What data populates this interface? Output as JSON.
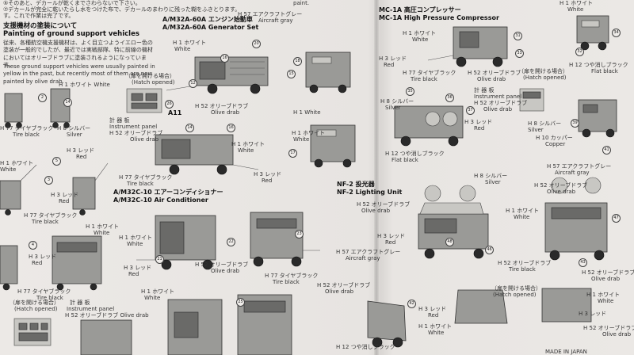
{
  "header": {
    "line1": "⑤そのあと、デカールが乾くまでさわらないで下さい。",
    "line2": "⑦デカールが完全に乾いたらし水をつけた布で、デカールのまわりに残った糊をふきとります。",
    "line3": "す。これで作業は完了です。",
    "tail": "paint."
  },
  "left_section": {
    "title_jp": "支援機材の塗装について",
    "title_en": "Painting of ground support vehicles",
    "para_jp": "従来、各種航空機支援機材は、よく目立つようイエロー色の塗装が一般的でしたが、最近では実戦部隊、特に前線の機材においてはオリーブドラブに塗装されるようになっています。",
    "para_en": "These ground support vehicles were usually painted in yellow in the past, but recently most of them are now painted by olive drab."
  },
  "sections": {
    "a_m32a60a": {
      "jp": "A/M32A-60A エンジン始動車",
      "en": "A/M32A-60A Generator Set"
    },
    "a_m32c10": {
      "jp": "A/M32C-10 エアーコンディショナー",
      "en": "A/M32C-10 Air Conditioner"
    },
    "nf2": {
      "jp": "NF-2 投光器",
      "en": "NF-2 Lighting Unit"
    },
    "mc1a": {
      "jp": "MC-1A 高圧コンプレッサー",
      "en": "MC-1A High Pressure Compressor"
    }
  },
  "labels": {
    "white_jp": "ホワイト",
    "white_en": "White",
    "tire_jp": "タイヤブラック",
    "tire_en": "Tire black",
    "silver_jp": "シルバー",
    "silver_en": "Silver",
    "red_jp": "レッド",
    "red_en": "Red",
    "olive_jp": "オリーブドラブ",
    "olive_en": "Olive drab",
    "gray_jp": "エアクラフトグレー",
    "gray_en": "Aircraft gray",
    "hatch_jp": "（扉を開ける場合）",
    "hatch_en": "(Hatch opened)",
    "panel_jp": "計 器 板",
    "panel_en": "Instrument panel",
    "flat_jp": "つや消しブラック",
    "flat_en": "Flat black",
    "copper_jp": "カッパー",
    "copper_en": "Copper",
    "a11": "A11"
  },
  "codes": {
    "h1": "H 1",
    "h3": "H 3",
    "h8": "H 8",
    "h12": "H 12",
    "h52": "H 52",
    "h57": "H 57",
    "h77": "H 77",
    "h10": "H 10"
  },
  "footer": "MADE IN JAPAN",
  "colors": {
    "paper": "#e9e6e3",
    "ink": "#222222",
    "vehicle": "#9a9a97"
  }
}
